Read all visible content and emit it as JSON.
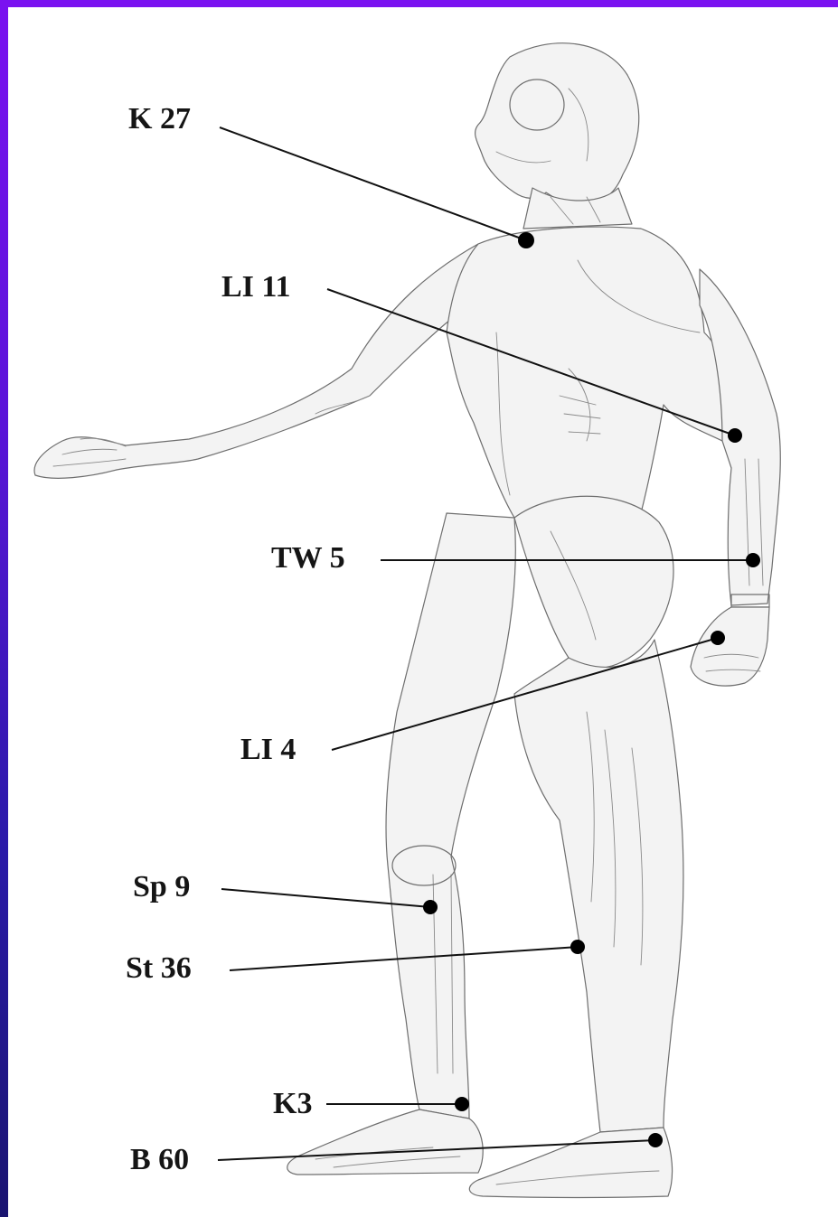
{
  "points": [
    {
      "id": "k27",
      "label": "K 27"
    },
    {
      "id": "li11",
      "label": "LI 11"
    },
    {
      "id": "tw5",
      "label": "TW 5"
    },
    {
      "id": "li4",
      "label": "LI 4"
    },
    {
      "id": "sp9",
      "label": "Sp 9"
    },
    {
      "id": "st36",
      "label": "St 36"
    },
    {
      "id": "k3",
      "label": "K3"
    },
    {
      "id": "b60",
      "label": "B 60"
    }
  ],
  "colors": {
    "frame_top": "#7a12f0",
    "frame_bottom": "#1a1470",
    "figure_outline": "#6e6e6e",
    "point_marker": "#000000"
  }
}
